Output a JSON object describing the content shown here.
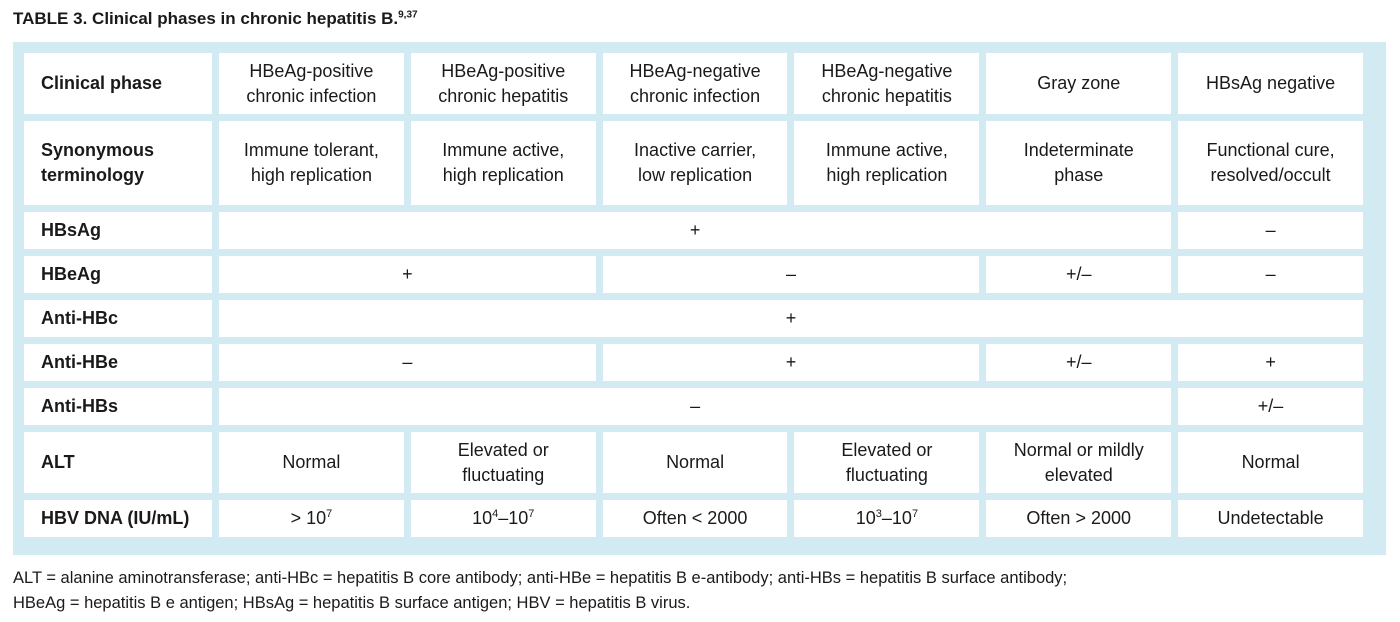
{
  "caption": {
    "label": "TABLE 3.",
    "title": "Clinical phases in chronic hepatitis B.",
    "refs": "9,37"
  },
  "table": {
    "header": {
      "label": "Clinical phase",
      "phases": [
        {
          "l1": "HBeAg-positive",
          "l2": "chronic infection"
        },
        {
          "l1": "HBeAg-positive",
          "l2": "chronic hepatitis"
        },
        {
          "l1": "HBeAg-negative",
          "l2": "chronic infection"
        },
        {
          "l1": "HBeAg-negative",
          "l2": "chronic hepatitis"
        },
        {
          "l1": "Gray zone",
          "l2": ""
        },
        {
          "l1": "HBsAg negative",
          "l2": ""
        }
      ]
    },
    "synonym": {
      "label_l1": "Synonymous",
      "label_l2": "terminology",
      "values": [
        {
          "l1": "Immune tolerant,",
          "l2": "high replication"
        },
        {
          "l1": "Immune active,",
          "l2": "high replication"
        },
        {
          "l1": "Inactive carrier,",
          "l2": "low replication"
        },
        {
          "l1": "Immune active,",
          "l2": "high replication"
        },
        {
          "l1": "Indeterminate",
          "l2": "phase"
        },
        {
          "l1": "Functional cure,",
          "l2": "resolved/occult"
        }
      ]
    },
    "hbsag": {
      "label": "HBsAg",
      "v1": "+",
      "v2": "–"
    },
    "hbeag": {
      "label": "HBeAg",
      "v1": "+",
      "v2": "–",
      "v3": "+/–",
      "v4": "–"
    },
    "antihbc": {
      "label": "Anti-HBc",
      "v1": "+"
    },
    "antihbe": {
      "label": "Anti-HBe",
      "v1": "–",
      "v2": "+",
      "v3": "+/–",
      "v4": "+"
    },
    "antihbs": {
      "label": "Anti-HBs",
      "v1": "–",
      "v2": "+/–"
    },
    "alt": {
      "label": "ALT",
      "values": [
        {
          "l1": "Normal",
          "l2": ""
        },
        {
          "l1": "Elevated or",
          "l2": "fluctuating"
        },
        {
          "l1": "Normal",
          "l2": ""
        },
        {
          "l1": "Elevated or",
          "l2": "fluctuating"
        },
        {
          "l1": "Normal or mildly",
          "l2": "elevated"
        },
        {
          "l1": "Normal",
          "l2": ""
        }
      ]
    },
    "hbvdna": {
      "label": "HBV DNA (IU/mL)",
      "c1": {
        "pre": "> 10",
        "exp": "7"
      },
      "c2": {
        "base1": "10",
        "exp1": "4",
        "mid": "–10",
        "exp2": "7"
      },
      "c3": "Often < 2000",
      "c4": {
        "base1": "10",
        "exp1": "3",
        "mid": "–10",
        "exp2": "7"
      },
      "c5": "Often > 2000",
      "c6": "Undetectable"
    }
  },
  "footnote": {
    "line1": "ALT = alanine aminotransferase; anti-HBc = hepatitis B core antibody; anti-HBe = hepatitis B e-antibody; anti-HBs = hepatitis B surface antibody;",
    "line2": "HBeAg = hepatitis B e antigen; HBsAg = hepatitis B surface antigen; HBV = hepatitis B virus."
  }
}
